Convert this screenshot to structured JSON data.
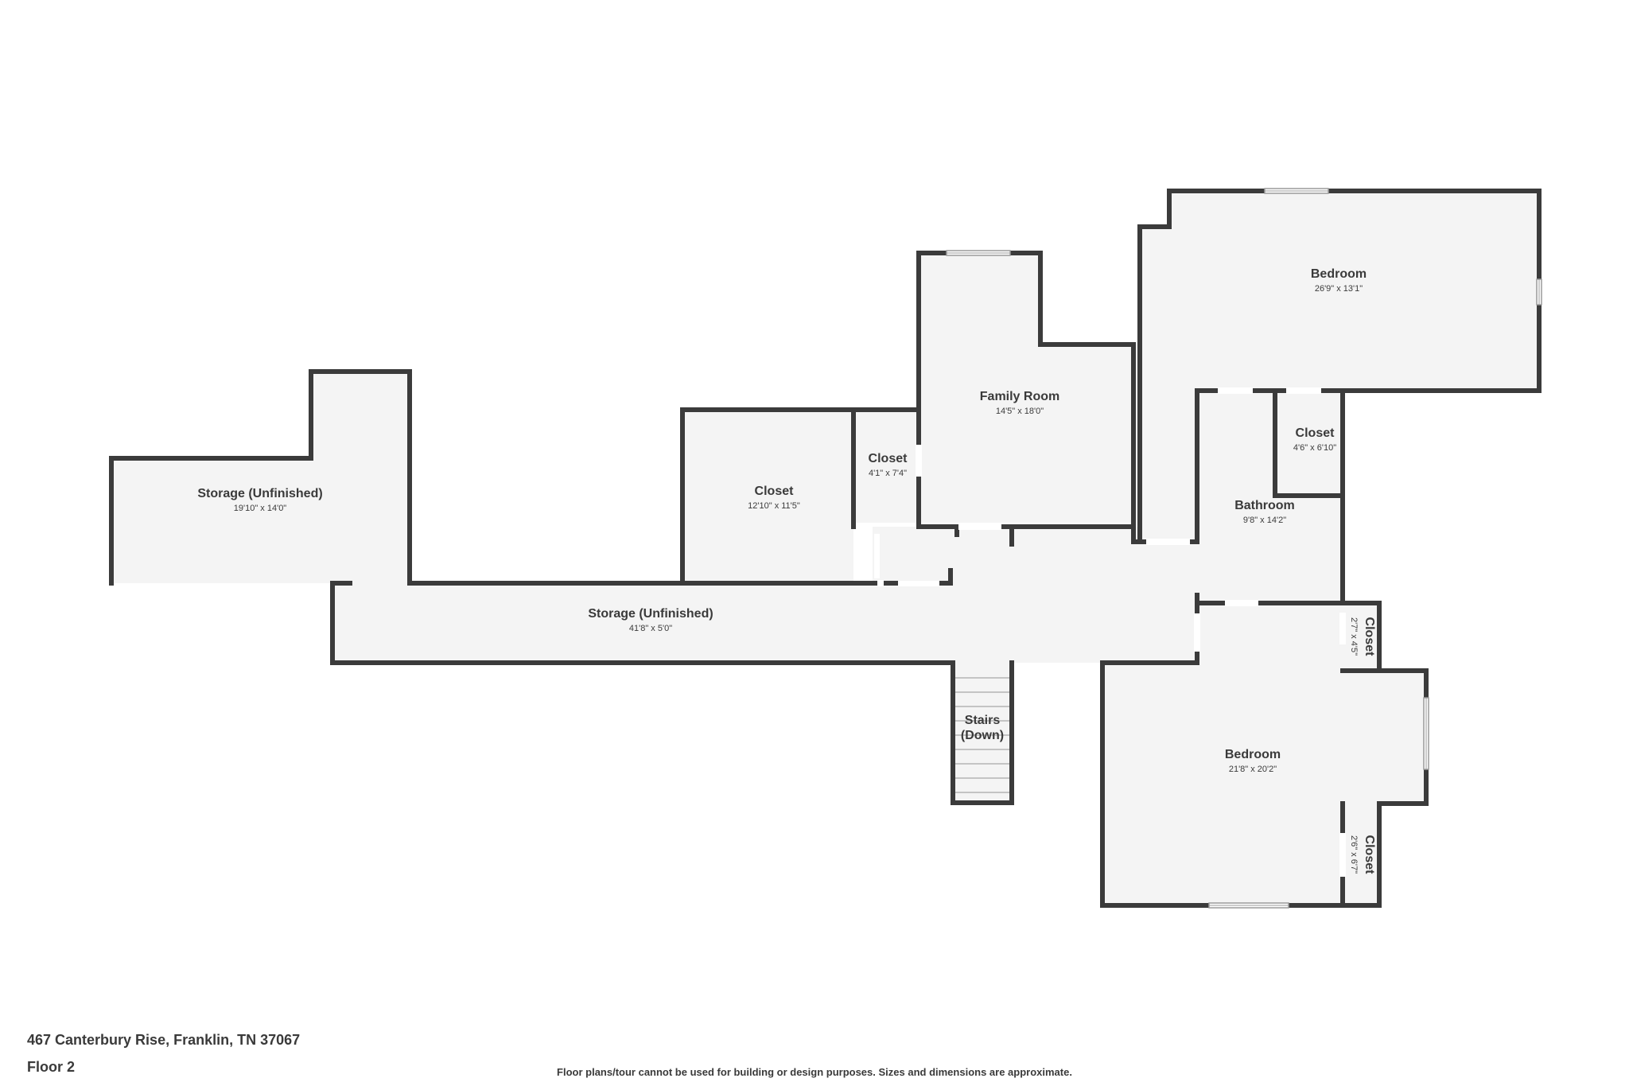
{
  "property": {
    "address": "467 Canterbury Rise, Franklin, TN 37067",
    "floor": "Floor 2",
    "disclaimer": "Floor plans/tour cannot be used for building or design purposes. Sizes and dimensions are approximate."
  },
  "rooms": {
    "storage_left": {
      "name": "Storage (Unfinished)",
      "dims": "19'10\" x 14'0\""
    },
    "storage_long": {
      "name": "Storage (Unfinished)",
      "dims": "41'8\" x 5'0\""
    },
    "closet_large": {
      "name": "Closet",
      "dims": "12'10\" x 11'5\""
    },
    "closet_small": {
      "name": "Closet",
      "dims": "4'1\" x 7'4\""
    },
    "family_room": {
      "name": "Family Room",
      "dims": "14'5\" x 18'0\""
    },
    "bedroom_top": {
      "name": "Bedroom",
      "dims": "26'9\" x 13'1\""
    },
    "closet_top": {
      "name": "Closet",
      "dims": "4'6\" x 6'10\""
    },
    "bathroom": {
      "name": "Bathroom",
      "dims": "9'8\" x 14'2\""
    },
    "closet_side1": {
      "name": "Closet",
      "dims": "2'7\" x 4'5\""
    },
    "closet_side2": {
      "name": "Closet",
      "dims": "2'6\" x 6'7\""
    },
    "bedroom_bottom": {
      "name": "Bedroom",
      "dims": "21'8\" x 20'2\""
    },
    "stairs": {
      "name_line1": "Stairs",
      "name_line2": "(Down)"
    }
  }
}
